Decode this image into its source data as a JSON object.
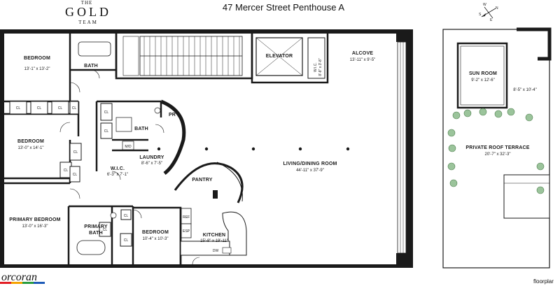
{
  "header": {
    "logo_the": "THE",
    "logo_gold": "GOLD",
    "logo_team": "TEAM",
    "title": "47 Mercer Street Penthouse A"
  },
  "footer": {
    "brand": "orcoran",
    "floorplan_credit": "floorplar"
  },
  "compass": {
    "n": "N",
    "s": "S",
    "e": "E",
    "w": "W"
  },
  "rooms": {
    "bedroom1": {
      "name": "BEDROOM",
      "dims": "13'-1\" x 13'-2\""
    },
    "bath1": {
      "name": "BATH"
    },
    "bedroom2": {
      "name": "BEDROOM",
      "dims": "13'-0\" x 14'-1\""
    },
    "primary_bedroom": {
      "name": "PRIMARY BEDROOM",
      "dims": "13'-0\" x 16'-3\""
    },
    "primary_bath": {
      "name_line1": "PRIMARY",
      "name_line2": "BATH"
    },
    "bedroom3": {
      "name": "BEDROOM",
      "dims": "10'-4\" x 10'-3\""
    },
    "bath2": {
      "name": "BATH"
    },
    "pr": {
      "name": "PR"
    },
    "laundry": {
      "name": "LAUNDRY",
      "dims": "8'-6\" x 7'-5\""
    },
    "wic": {
      "name": "W.I.C.",
      "dims": "6'-3\" x 7'-1\""
    },
    "md": {
      "name": "M/D"
    },
    "pantry": {
      "name": "PANTRY"
    },
    "kitchen": {
      "name": "KITCHEN",
      "dims": "15'-8\" x 19'-11\""
    },
    "ref": {
      "name": "REF"
    },
    "esp": {
      "name": "ESP"
    },
    "dw": {
      "name": "DW"
    },
    "elevator": {
      "name": "ELEVATOR"
    },
    "wic2": {
      "name": "W.I.C.",
      "dims": "8'-8\" x 3'-8\""
    },
    "alcove": {
      "name": "ALCOVE",
      "dims": "13'-11\" x 9'-5\""
    },
    "living_dining": {
      "name": "LIVING/DINING ROOM",
      "dims": "44'-11\" x 37'-9\""
    },
    "sun_room": {
      "name": "SUN ROOM",
      "dims": "9'-2\" x 12'-6\""
    },
    "terrace_nook": {
      "dims": "8'-5\" x 10'-4\""
    },
    "roof_terrace": {
      "name": "PRIVATE ROOF TERRACE",
      "dims": "20'-7\" x 32'-3\""
    }
  },
  "closet_label": "CL",
  "closets": [
    {
      "id": "cl1"
    },
    {
      "id": "cl2"
    },
    {
      "id": "cl3"
    },
    {
      "id": "cl4"
    },
    {
      "id": "cl5"
    },
    {
      "id": "cl6"
    },
    {
      "id": "cl7"
    },
    {
      "id": "cl8"
    },
    {
      "id": "cl9"
    },
    {
      "id": "cl10"
    },
    {
      "id": "cl11"
    },
    {
      "id": "cl12"
    }
  ]
}
